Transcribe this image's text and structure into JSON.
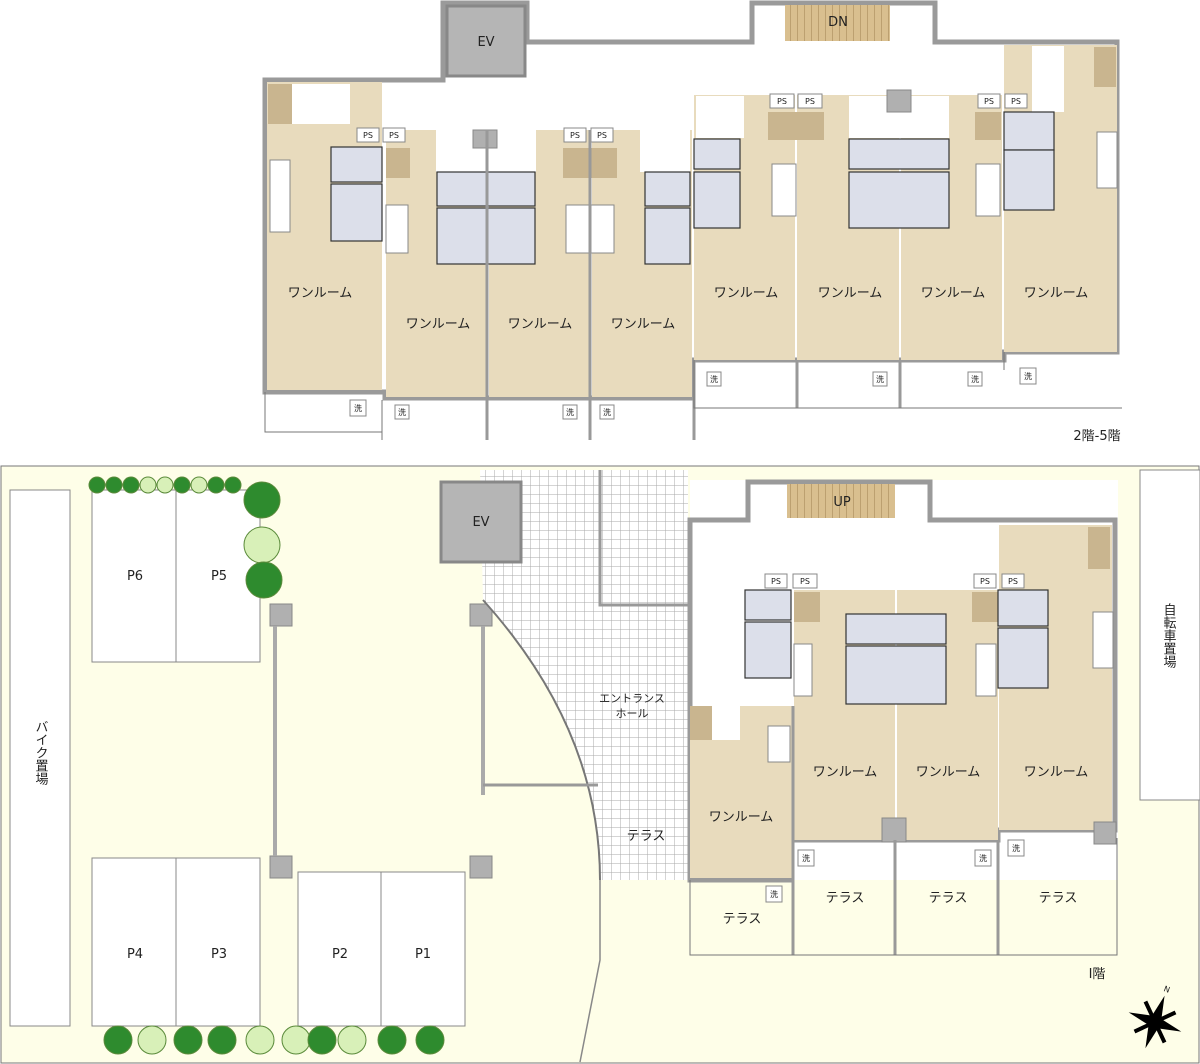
{
  "upper_floor": {
    "floor_label": "2階-5階",
    "elevator_label": "EV",
    "stair_label": "DN",
    "pipe_space_label": "PS",
    "washer_label": "洗",
    "units": [
      {
        "label": "ワンルーム"
      },
      {
        "label": "ワンルーム"
      },
      {
        "label": "ワンルーム"
      },
      {
        "label": "ワンルーム"
      },
      {
        "label": "ワンルーム"
      },
      {
        "label": "ワンルーム"
      },
      {
        "label": "ワンルーム"
      },
      {
        "label": "ワンルーム"
      }
    ]
  },
  "ground_floor": {
    "floor_label": "I階",
    "elevator_label": "EV",
    "stair_label": "UP",
    "entrance_hall_line1": "エントランス",
    "entrance_hall_line2": "ホール",
    "entrance_terrace": "テラス",
    "bike_parking": "バイク置場",
    "bicycle_parking": "自転車置場",
    "units": [
      {
        "label": "ワンルーム",
        "terrace": "テラス"
      },
      {
        "label": "ワンルーム",
        "terrace": "テラス"
      },
      {
        "label": "ワンルーム",
        "terrace": "テラス"
      },
      {
        "label": "ワンルーム",
        "terrace": "テラス"
      }
    ],
    "parking": [
      "P1",
      "P2",
      "P3",
      "P4",
      "P5",
      "P6"
    ]
  },
  "colors": {
    "room": "#e8dbbd",
    "bath": "#dcdfea",
    "site": "#fefee8",
    "wall": "#9a9a9a",
    "tree_dark": "#2e8b2e",
    "tree_light": "#d8f0b8"
  }
}
